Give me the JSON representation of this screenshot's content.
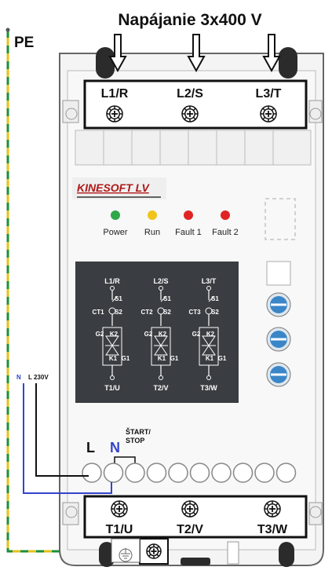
{
  "title": "Napájanie 3x400 V",
  "pe_label": "PE",
  "brand": "KINESOFT LV",
  "colors": {
    "pe_green": "#1f8f3a",
    "pe_yellow": "#e3c21a",
    "neutral_blue": "#3344cc",
    "power_led": "#2fa84a",
    "run_led": "#f0c419",
    "fault_led": "#e02424",
    "panel_dark": "#3a3d41",
    "knob_blue": "#3a86c8"
  },
  "input_terminals": [
    "L1/R",
    "L2/S",
    "L3/T"
  ],
  "output_terminals": [
    "T1/U",
    "T2/V",
    "T3/W"
  ],
  "leds": [
    {
      "label": "Power",
      "color": "#2fa84a"
    },
    {
      "label": "Run",
      "color": "#f0c419"
    },
    {
      "label": "Fault 1",
      "color": "#e02424"
    },
    {
      "label": "Fault 2",
      "color": "#e02424"
    }
  ],
  "schematic": {
    "top_labels": [
      "L1/R",
      "L2/S",
      "L3/T"
    ],
    "ct_labels": [
      "CT1",
      "CT2",
      "CT3"
    ],
    "s1": "S1",
    "s2": "S2",
    "g2": "G2",
    "k2": "K2",
    "k1": "K1",
    "g1": "G1",
    "bottom_labels": [
      "T1/U",
      "T2/V",
      "T3/W"
    ]
  },
  "control": {
    "n_wire_label": "N",
    "l_wire_label": "L 230V",
    "terminal_l": "L",
    "terminal_n": "N",
    "start_stop": [
      "ŠTART/",
      "STOP"
    ]
  }
}
